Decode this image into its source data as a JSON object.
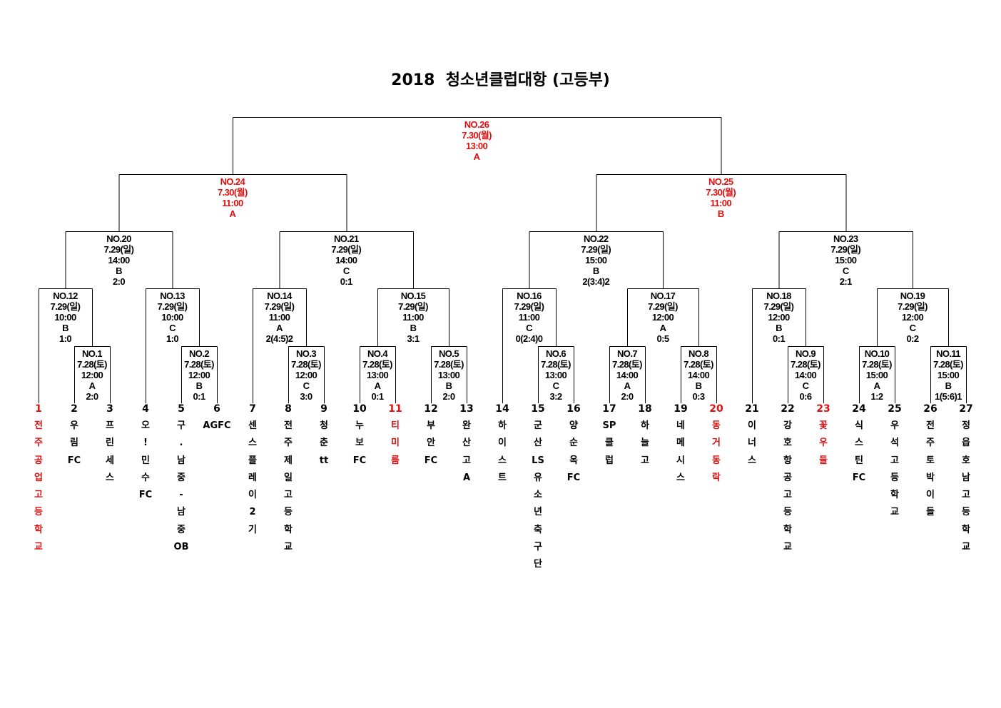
{
  "title": "2018  청소년클럽대항 (고등부)",
  "colors": {
    "highlight": "#e01010",
    "text": "#000000",
    "line": "#000000"
  },
  "teams": [
    {
      "num": "1",
      "name": "전주공업고등학교",
      "highlight": true
    },
    {
      "num": "2",
      "name": "우림FC",
      "highlight": false
    },
    {
      "num": "3",
      "name": "프린세스",
      "highlight": false
    },
    {
      "num": "4",
      "name": "오!민수FC",
      "highlight": false
    },
    {
      "num": "5",
      "name": "구.남중-남중OB",
      "highlight": false
    },
    {
      "num": "6",
      "name": "AGFC",
      "highlight": false
    },
    {
      "num": "7",
      "name": "센스플레이2기",
      "highlight": false
    },
    {
      "num": "8",
      "name": "전주제일고등학교",
      "highlight": false
    },
    {
      "num": "9",
      "name": "청춘tt",
      "highlight": false
    },
    {
      "num": "10",
      "name": "누보FC",
      "highlight": false
    },
    {
      "num": "11",
      "name": "티미름",
      "highlight": true
    },
    {
      "num": "12",
      "name": "부안FC",
      "highlight": false
    },
    {
      "num": "13",
      "name": "완산고A",
      "highlight": false
    },
    {
      "num": "14",
      "name": "하이스트",
      "highlight": false
    },
    {
      "num": "15",
      "name": "군산LS유소년축구단",
      "highlight": false
    },
    {
      "num": "16",
      "name": "양순옥FC",
      "highlight": false
    },
    {
      "num": "17",
      "name": "SP클럽",
      "highlight": false
    },
    {
      "num": "18",
      "name": "하늘고",
      "highlight": false
    },
    {
      "num": "19",
      "name": "네메시스",
      "highlight": false
    },
    {
      "num": "20",
      "name": "동거동락",
      "highlight": true
    },
    {
      "num": "21",
      "name": "이너스",
      "highlight": false
    },
    {
      "num": "22",
      "name": "강호항공고등학교",
      "highlight": false
    },
    {
      "num": "23",
      "name": "꽃우들",
      "highlight": true
    },
    {
      "num": "24",
      "name": "식스틴FC",
      "highlight": false
    },
    {
      "num": "25",
      "name": "우석고등학교",
      "highlight": false
    },
    {
      "num": "26",
      "name": "전주토박이들",
      "highlight": false
    },
    {
      "num": "27",
      "name": "정읍호남고등학교",
      "highlight": false
    }
  ],
  "matches": [
    {
      "no": "NO.1",
      "date": "7.28(토)",
      "time": "12:00",
      "field": "A",
      "score": "2:0",
      "highlight": false
    },
    {
      "no": "NO.2",
      "date": "7.28(토)",
      "time": "12:00",
      "field": "B",
      "score": "0:1",
      "highlight": false
    },
    {
      "no": "NO.3",
      "date": "7.28(토)",
      "time": "12:00",
      "field": "C",
      "score": "3:0",
      "highlight": false
    },
    {
      "no": "NO.4",
      "date": "7.28(토)",
      "time": "13:00",
      "field": "A",
      "score": "0:1",
      "highlight": false
    },
    {
      "no": "NO.5",
      "date": "7.28(토)",
      "time": "13:00",
      "field": "B",
      "score": "2:0",
      "highlight": false
    },
    {
      "no": "NO.6",
      "date": "7.28(토)",
      "time": "13:00",
      "field": "C",
      "score": "3:2",
      "highlight": false
    },
    {
      "no": "NO.7",
      "date": "7.28(토)",
      "time": "14:00",
      "field": "A",
      "score": "2:0",
      "highlight": false
    },
    {
      "no": "NO.8",
      "date": "7.28(토)",
      "time": "14:00",
      "field": "B",
      "score": "0:3",
      "highlight": false
    },
    {
      "no": "NO.9",
      "date": "7.28(토)",
      "time": "14:00",
      "field": "C",
      "score": "0:6",
      "highlight": false
    },
    {
      "no": "NO.10",
      "date": "7.28(토)",
      "time": "15:00",
      "field": "A",
      "score": "1:2",
      "highlight": false
    },
    {
      "no": "NO.11",
      "date": "7.28(토)",
      "time": "15:00",
      "field": "B",
      "score": "1(5:6)1",
      "highlight": false
    },
    {
      "no": "NO.12",
      "date": "7.29(일)",
      "time": "10:00",
      "field": "B",
      "score": "1:0",
      "highlight": false
    },
    {
      "no": "NO.13",
      "date": "7.29(일)",
      "time": "10:00",
      "field": "C",
      "score": "1:0",
      "highlight": false
    },
    {
      "no": "NO.14",
      "date": "7.29(일)",
      "time": "11:00",
      "field": "A",
      "score": "2(4:5)2",
      "highlight": false
    },
    {
      "no": "NO.15",
      "date": "7.29(일)",
      "time": "11:00",
      "field": "B",
      "score": "3:1",
      "highlight": false
    },
    {
      "no": "NO.16",
      "date": "7.29(일)",
      "time": "11:00",
      "field": "C",
      "score": "0(2:4)0",
      "highlight": false
    },
    {
      "no": "NO.17",
      "date": "7.29(일)",
      "time": "12:00",
      "field": "A",
      "score": "0:5",
      "highlight": false
    },
    {
      "no": "NO.18",
      "date": "7.29(일)",
      "time": "12:00",
      "field": "B",
      "score": "0:1",
      "highlight": false
    },
    {
      "no": "NO.19",
      "date": "7.29(일)",
      "time": "12:00",
      "field": "C",
      "score": "0:2",
      "highlight": false
    },
    {
      "no": "NO.20",
      "date": "7.29(일)",
      "time": "14:00",
      "field": "B",
      "score": "2:0",
      "highlight": false
    },
    {
      "no": "NO.21",
      "date": "7.29(일)",
      "time": "14:00",
      "field": "C",
      "score": "0:1",
      "highlight": false
    },
    {
      "no": "NO.22",
      "date": "7.29(일)",
      "time": "15:00",
      "field": "B",
      "score": "2(3:4)2",
      "highlight": false
    },
    {
      "no": "NO.23",
      "date": "7.29(일)",
      "time": "15:00",
      "field": "C",
      "score": "2:1",
      "highlight": false
    },
    {
      "no": "NO.24",
      "date": "7.30(월)",
      "time": "11:00",
      "field": "A",
      "score": "",
      "highlight": true
    },
    {
      "no": "NO.25",
      "date": "7.30(월)",
      "time": "11:00",
      "field": "B",
      "score": "",
      "highlight": true
    },
    {
      "no": "NO.26",
      "date": "7.30(월)",
      "time": "13:00",
      "field": "A",
      "score": "",
      "highlight": true
    }
  ]
}
